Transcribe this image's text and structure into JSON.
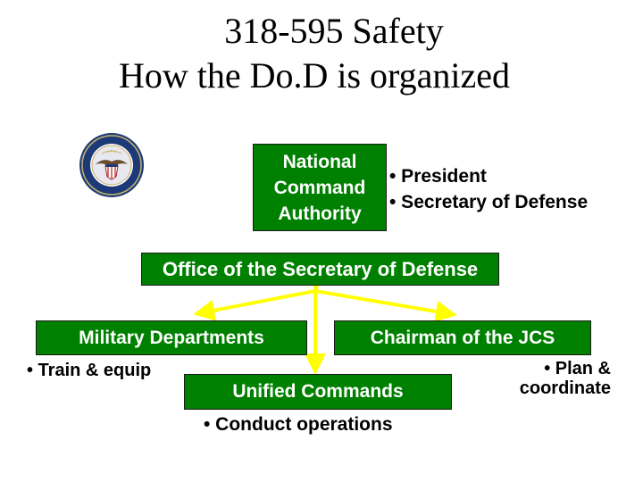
{
  "slide": {
    "title_line1": "318-595 Safety",
    "title_line2": "How the Do.D is organized"
  },
  "seal": {
    "icon": "dod-seal-icon"
  },
  "diagram": {
    "nca_lines": [
      "National",
      "Command",
      "Authority"
    ],
    "nca_members": [
      "• President",
      "• Secretary of Defense"
    ],
    "osd_label": "Office of the Secretary of Defense",
    "military_departments_label": "Military Departments",
    "military_departments_role": "• Train & equip",
    "chairman_label": "Chairman of the JCS",
    "chairman_role": "• Plan & coordinate",
    "unified_commands_label": "Unified Commands",
    "unified_commands_role": "• Conduct operations"
  },
  "colors": {
    "box_fill": "#008000",
    "box_text": "#ffffff",
    "arrow": "#ffff00"
  }
}
